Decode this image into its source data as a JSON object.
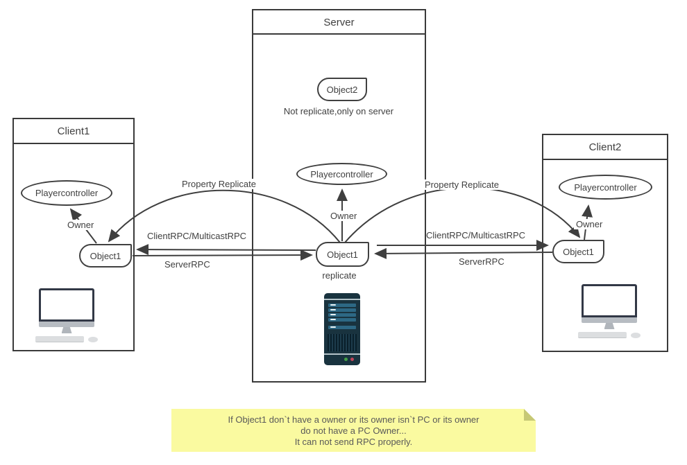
{
  "server": {
    "title": "Server",
    "object2_label": "Object2",
    "object2_note": "Not replicate,only on server",
    "playercontroller_label": "Playercontroller",
    "owner_label": "Owner",
    "object1_label": "Object1",
    "object1_note": "replicate"
  },
  "client1": {
    "title": "Client1",
    "playercontroller_label": "Playercontroller",
    "owner_label": "Owner",
    "object1_label": "Object1"
  },
  "client2": {
    "title": "Client2",
    "playercontroller_label": "Playercontroller",
    "owner_label": "Owner",
    "object1_label": "Object1"
  },
  "edges": {
    "property_replicate_left": "Property Replicate",
    "property_replicate_right": "Property Replicate",
    "client_rpc_left": "ClientRPC/MulticastRPC",
    "server_rpc_left": "ServerRPC",
    "client_rpc_right": "ClientRPC/MulticastRPC",
    "server_rpc_right": "ServerRPC"
  },
  "note": {
    "line1": "If Object1 don`t have a owner or its owner isn`t PC or its owner",
    "line2": "do not have a PC Owner...",
    "line3": "It can not send RPC properly."
  },
  "colors": {
    "line": "#3f3f3f",
    "note_bg": "#fafaa0",
    "note_fold": "#c6c875",
    "tower_body": "#19333f",
    "tower_bar": "#2d6884",
    "monitor_frame": "#323846",
    "led_green": "#43a047",
    "led_red": "#c0445a"
  }
}
